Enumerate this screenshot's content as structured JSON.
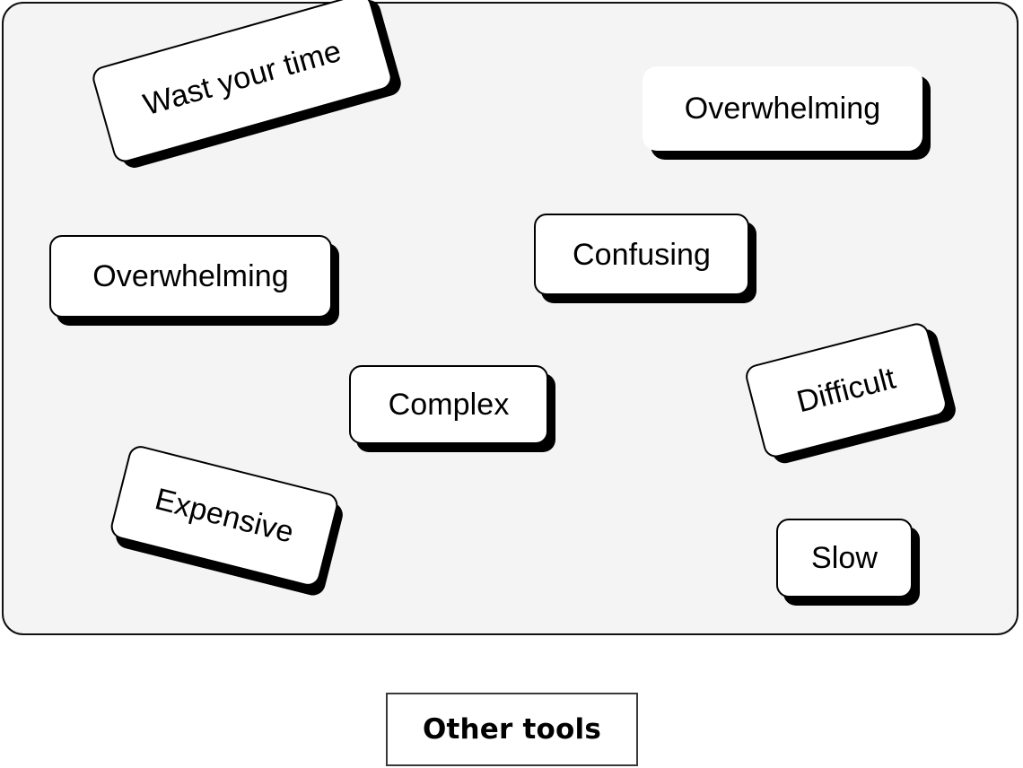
{
  "board": {
    "background_color": "#f4f4f4",
    "border_color": "#111111",
    "card_fill": "#ffffff",
    "card_shadow_color": "#000000",
    "cards": [
      {
        "id": "wast-your-time",
        "label": "Wast your time",
        "rotation_deg": -15.8,
        "bordered": true
      },
      {
        "id": "overwhelming-top",
        "label": "Overwhelming",
        "rotation_deg": 0,
        "bordered": false
      },
      {
        "id": "overwhelming-left",
        "label": "Overwhelming",
        "rotation_deg": 0,
        "bordered": true
      },
      {
        "id": "confusing",
        "label": "Confusing",
        "rotation_deg": 0,
        "bordered": true
      },
      {
        "id": "complex",
        "label": "Complex",
        "rotation_deg": 0,
        "bordered": true
      },
      {
        "id": "difficult",
        "label": "Difficult",
        "rotation_deg": -14.5,
        "bordered": true
      },
      {
        "id": "expensive",
        "label": "Expensive",
        "rotation_deg": 14.2,
        "bordered": true
      },
      {
        "id": "slow",
        "label": "Slow",
        "rotation_deg": 0,
        "bordered": true
      }
    ]
  },
  "caption": {
    "label": "Other tools",
    "border_color": "#3a3a3a",
    "fill": "#ffffff"
  }
}
